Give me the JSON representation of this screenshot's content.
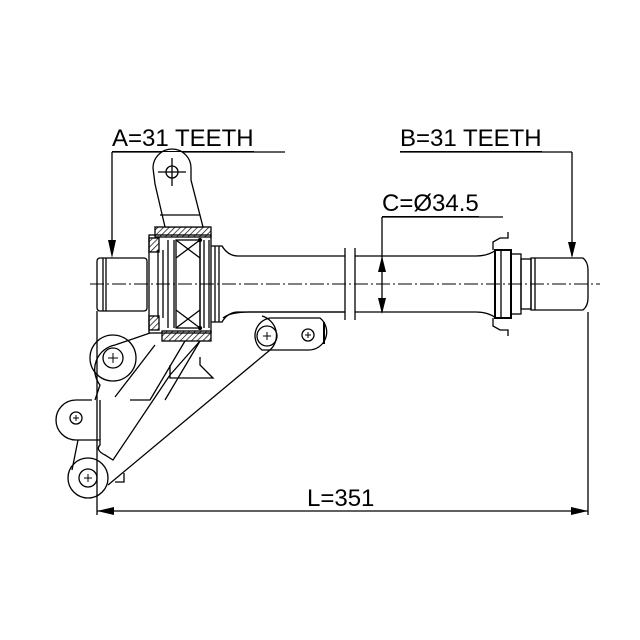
{
  "diagram": {
    "type": "mechanical-drawing",
    "subject": "drive shaft with intermediate bearing bracket",
    "colors": {
      "line": "#000000",
      "background": "#ffffff"
    },
    "labels": {
      "a": "A=31 TEETH",
      "b": "B=31 TEETH",
      "c": "C=Ø34.5",
      "l": "L=351"
    },
    "dimensions": {
      "a_teeth": 31,
      "b_teeth": 31,
      "c_diameter": 34.5,
      "length": 351
    }
  }
}
